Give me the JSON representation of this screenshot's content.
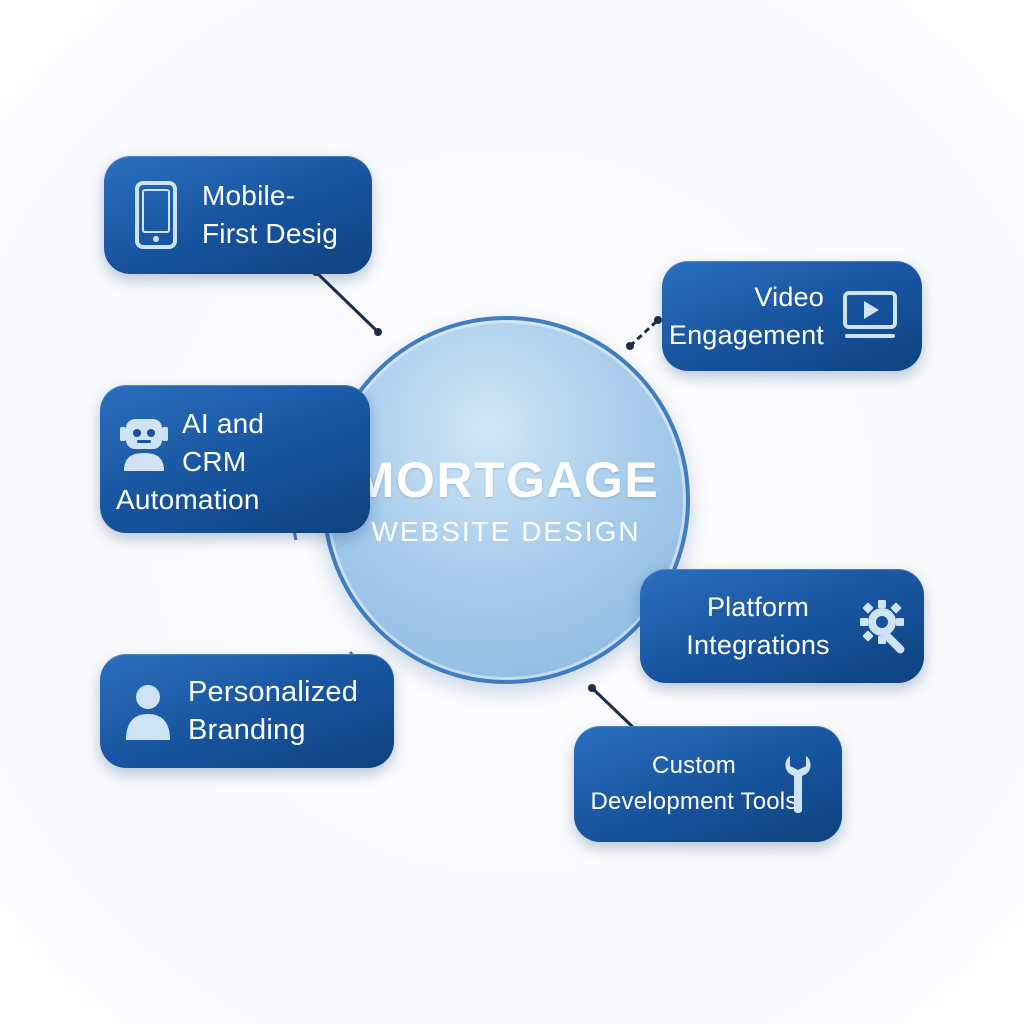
{
  "hub": {
    "title": "MORTGAGE",
    "subtitle": "WEBSITE DESIGN"
  },
  "nodes": {
    "mobile": {
      "line1": "Mobile-",
      "line2": "First Desig",
      "icon": "smartphone-icon"
    },
    "video": {
      "line1": "Video",
      "line2": "Engagement",
      "icon": "video-play-icon"
    },
    "ai": {
      "line1": "AI and",
      "line2": "CRM",
      "line3": "Automation",
      "icon": "robot-icon"
    },
    "platform": {
      "line1": "Platform",
      "line2": "Integrations",
      "icon": "gear-wrench-icon"
    },
    "branding": {
      "line1": "Personalized",
      "line2": "Branding",
      "icon": "person-icon"
    },
    "custom": {
      "line1": "Custom",
      "line2": "Development Tools",
      "icon": "wrench-icon"
    }
  },
  "colors": {
    "card": "#17539d",
    "hub_fill": "#a9cdec",
    "hub_border": "#3f7cc0",
    "connector": "#1c2d4a",
    "text": "#ffffff"
  }
}
